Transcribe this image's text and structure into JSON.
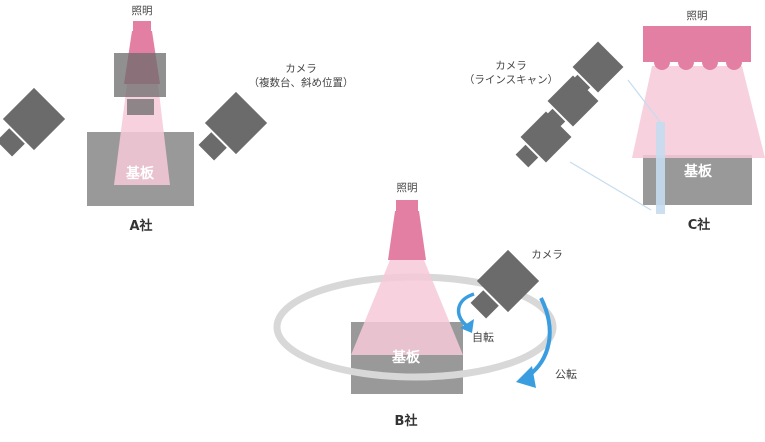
{
  "colors": {
    "camera": "#6b6b6b",
    "board": "#999999",
    "light": "#e47fa4",
    "beam": "#f6c9d8",
    "arrow": "#3a9de0",
    "ring": "#d8d8d8",
    "scan_bar": "#c5dcef"
  },
  "setup_a": {
    "light_label": "照明",
    "camera_label_1": "カメラ",
    "camera_label_2": "（複数台、斜め位置）",
    "board_label": "基板",
    "company": "A社"
  },
  "setup_b": {
    "light_label": "照明",
    "camera_label": "カメラ",
    "board_label": "基板",
    "rotation_label": "自転",
    "revolution_label": "公転",
    "company": "B社"
  },
  "setup_c": {
    "light_label": "照明",
    "camera_label_1": "カメラ",
    "camera_label_2": "（ラインスキャン）",
    "board_label": "基板",
    "company": "C社"
  }
}
